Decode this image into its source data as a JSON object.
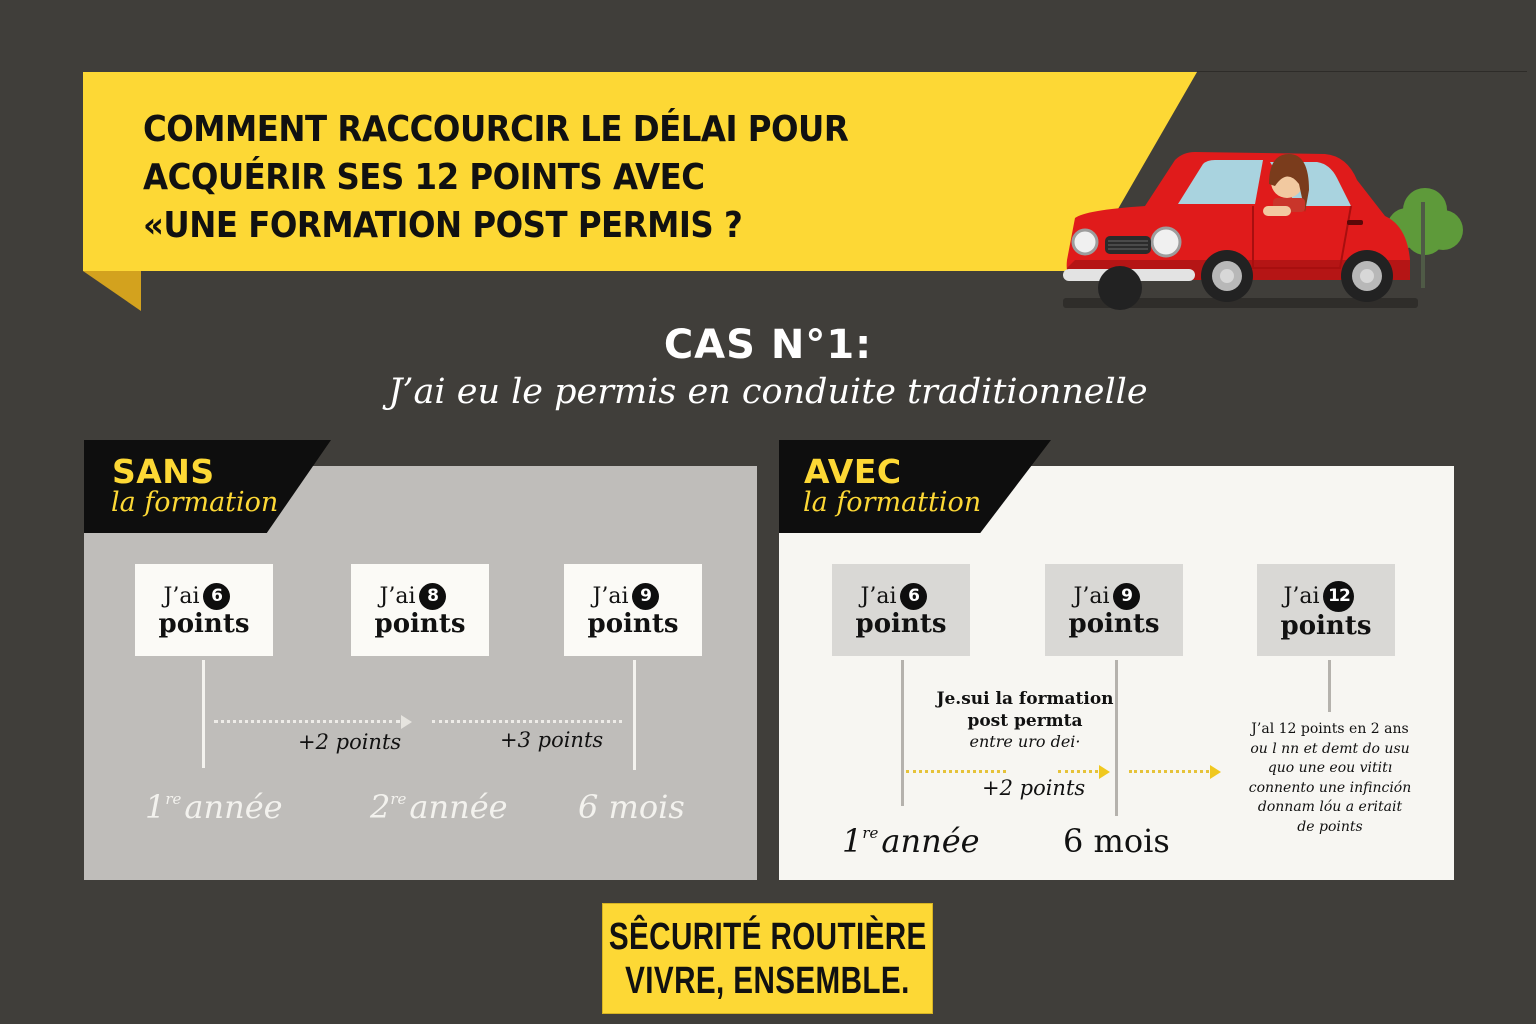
{
  "header": {
    "title_lines": [
      "COMMENT RACCOURCIR LE DÉLAI POUR",
      "ACQUÉRIR SES 12 POINTS AVEC",
      "«UNE FORMATION POST PERMIS ?"
    ],
    "illustration": "car-with-driver-icon",
    "tree": "tree-icon"
  },
  "case": {
    "title": "CAS N°1:",
    "subtitle": "J’ai eu le permis en conduite traditionnelle"
  },
  "panels": {
    "sans": {
      "tag_big": "SANS",
      "tag_small": "la formation",
      "cards": [
        {
          "prefix": "J’ai",
          "points": "6",
          "suffix": "points"
        },
        {
          "prefix": "J’ai",
          "points": "8",
          "suffix": "points"
        },
        {
          "prefix": "J’ai",
          "points": "9",
          "suffix": "points"
        }
      ],
      "gains": [
        "+2 points",
        "+3 points"
      ],
      "periods": [
        {
          "num": "1",
          "sup": "re",
          "label": "année"
        },
        {
          "num": "2",
          "sup": "re",
          "label": "année"
        },
        {
          "num": "",
          "sup": "",
          "label": "6 mois"
        }
      ]
    },
    "avec": {
      "tag_big": "AVEC",
      "tag_small": "la formattion",
      "cards": [
        {
          "prefix": "J’ai",
          "points": "6",
          "suffix": "points"
        },
        {
          "prefix": "J’ai",
          "points": "9",
          "suffix": "points"
        },
        {
          "prefix": "J’ai",
          "points": "12",
          "suffix": "points"
        }
      ],
      "follow_lines": [
        "Je.sui la formation",
        "post permta",
        "entre uro dei·"
      ],
      "gains": [
        "+2 points"
      ],
      "periods": [
        {
          "num": "1",
          "sup": "re",
          "label": "année"
        },
        {
          "num": "",
          "sup": "",
          "label": "6 mois"
        }
      ],
      "result_lines": [
        "J’al 12 points en 2 ans",
        "ou l nn et demt do usu",
        "quo une eou vititı",
        "connento une infinción",
        "donnam lóu a eritait",
        "de points"
      ]
    }
  },
  "footer": {
    "line1": "SÊCURITÉ ROUTIÈRE",
    "line2": "VIVRE, ENSEMBLE."
  },
  "colors": {
    "background": "#403e3a",
    "accent_yellow": "#fdd835",
    "fold_yellow": "#d3a21e",
    "tag_black": "#0e0e0e",
    "panel_sans": "#bfbdba",
    "panel_avec": "#f7f6f2",
    "car_red": "#e01b1b",
    "tree_green": "#5e9a3a"
  }
}
